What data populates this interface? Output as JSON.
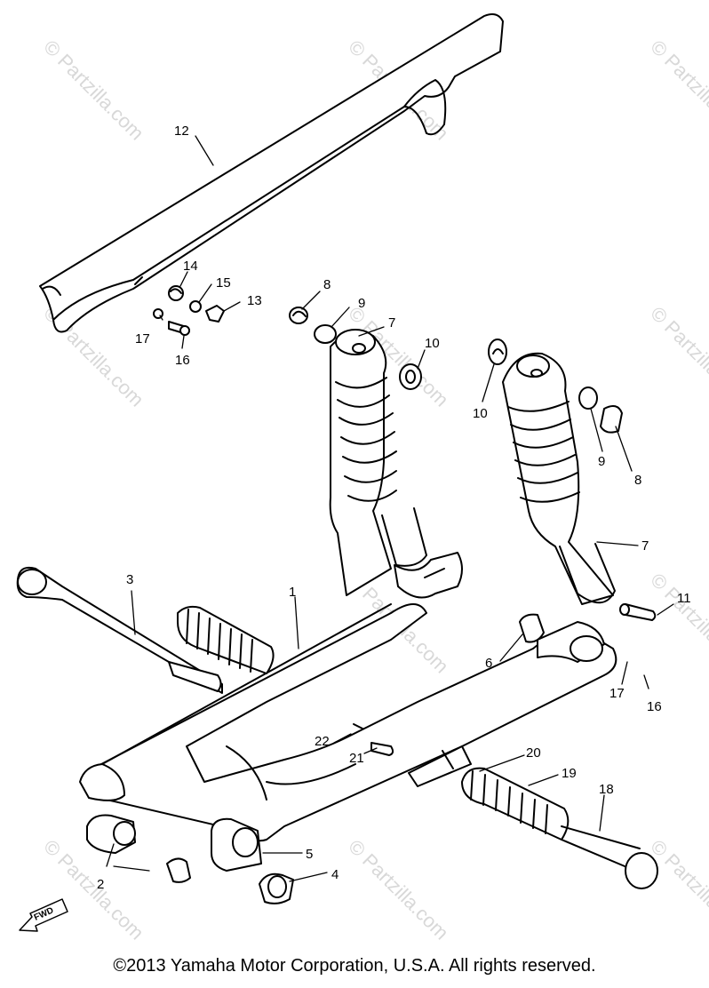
{
  "watermark": "© Partzilla.com",
  "callouts": {
    "c1": "1",
    "c2": "2",
    "c3": "3",
    "c4": "4",
    "c5": "5",
    "c6": "6",
    "c7a": "7",
    "c7b": "7",
    "c8a": "8",
    "c8b": "8",
    "c9a": "9",
    "c9b": "9",
    "c10a": "10",
    "c10b": "10",
    "c11": "11",
    "c12": "12",
    "c13": "13",
    "c14": "14",
    "c15": "15",
    "c16a": "16",
    "c16b": "16",
    "c17a": "17",
    "c17b": "17",
    "c18": "18",
    "c19": "19",
    "c20": "20",
    "c21": "21",
    "c22": "22"
  },
  "fwd_marker": "FWD",
  "copyright": "©2013  Yamaha Motor Corporation, U.S.A. All rights reserved."
}
